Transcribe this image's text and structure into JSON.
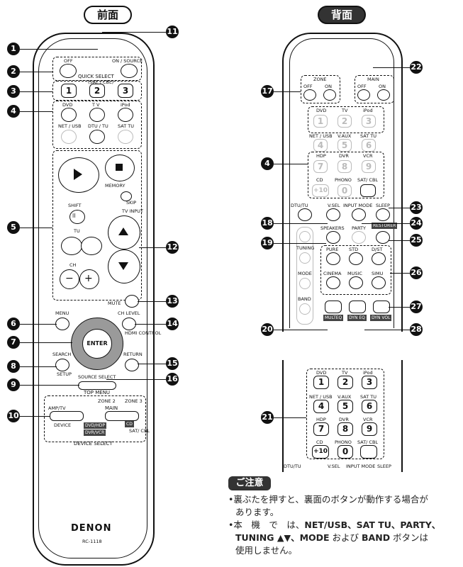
{
  "headers": {
    "front": "前面",
    "back": "背面"
  },
  "callouts": [
    "1",
    "2",
    "3",
    "4",
    "5",
    "6",
    "7",
    "8",
    "9",
    "10",
    "11",
    "12",
    "13",
    "14",
    "15",
    "16",
    "17",
    "18",
    "19",
    "20",
    "21",
    "22",
    "23",
    "24",
    "25",
    "26",
    "27",
    "28"
  ],
  "front": {
    "off": "OFF",
    "on_source": "ON / SOURCE",
    "quick_select": "QUICK SELECT",
    "quick_sub": "(SAT / CBL)",
    "quick_nums": [
      "1",
      "2",
      "3"
    ],
    "inputs_row1": [
      "DVD",
      "T V",
      "iPod"
    ],
    "inputs_row2": [
      "NET / USB",
      "DTU / TU",
      "SAT TU"
    ],
    "memory": "MEMORY",
    "skip": "SKIP",
    "shift": "SHIFT",
    "tu": "TU",
    "tv_input": "TV INPUT",
    "ch": "CH",
    "mute": "MUTE",
    "menu": "MENU",
    "ch_level": "CH LEVEL",
    "hdmi_control": "HDMI CONTROL",
    "enter": "ENTER",
    "search": "SEARCH",
    "setup": "SETUP",
    "return": "RETURN",
    "source_select": "SOURCE SELECT",
    "top_menu": "TOP MENU",
    "zone2": "ZONE 2",
    "zone3": "ZONE 3",
    "main": "MAIN",
    "amp_tv": "AMP/TV",
    "device": "DEVICE",
    "dvd_hdp": "DVD/HDP",
    "dvr_vcr": "DVR/VCR",
    "cd": "CD",
    "sat_cbl": "SAT/ CBL",
    "device_select": "DEVICE SELECT",
    "brand": "DENON",
    "model": "RC-1118"
  },
  "back": {
    "zone": "ZONE",
    "main": "MAIN",
    "off": "OFF",
    "on": "ON",
    "row1_labels": [
      "DVD",
      "TV",
      "iPod"
    ],
    "row1_nums": [
      "1",
      "2",
      "3"
    ],
    "row2_labels": [
      "NET / USB",
      "V.AUX",
      "SAT TU"
    ],
    "row2_nums": [
      "4",
      "5",
      "6"
    ],
    "row3_labels": [
      "HDP",
      "DVR",
      "VCR"
    ],
    "row3_nums": [
      "7",
      "8",
      "9"
    ],
    "row4_labels": [
      "CD",
      "PHONO",
      "SAT/ CBL"
    ],
    "row4_nums": [
      "+10",
      "0"
    ],
    "dtu_tu": "DTU/TU",
    "v_sel": "V.SEL",
    "input_mode": "INPUT MODE",
    "sleep": "SLEEP",
    "restorer": "RESTORER",
    "speakers": "SPEAKERS",
    "party": "PARTY",
    "tuning": "TUNING",
    "mode": "MODE",
    "band": "BAND",
    "modes_row1": [
      "PURE",
      "STD",
      "D/ST"
    ],
    "modes_row2": [
      "CINEMA",
      "MUSIC",
      "SIMU"
    ],
    "multeq": "MULTEQ",
    "dyn_eq": "DYN EQ",
    "dyn_vol": "DYN VOL"
  },
  "notice": {
    "title": "ご注意",
    "line1": "•裏ぶたを押すと、裏面のボタンが動作する場合が",
    "line1b": "あります。",
    "line2_pre": "•本　機　で　は、",
    "line2_bold": "NET/USB、SAT TU、PARTY、",
    "line3_bold": "TUNING ▲▼、MODE",
    "line3_mid": " および ",
    "line3_bold2": "BAND",
    "line3_post": " ボタンは",
    "line4": "使用しません。"
  }
}
